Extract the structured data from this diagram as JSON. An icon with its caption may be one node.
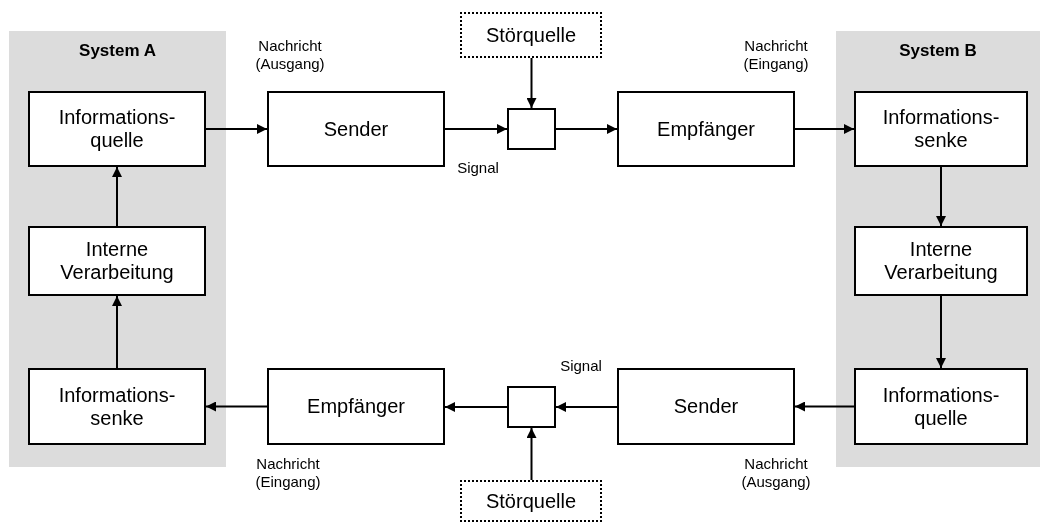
{
  "diagram": {
    "nodes": [
      {
        "text": [
          "System A"
        ]
      },
      {
        "text": [
          "Informations- quelle"
        ],
        "in": 0
      },
      {
        "text": [
          "Interne Verarbeitung"
        ],
        "in": 0
      },
      {
        "text": [
          "Informations- senke"
        ],
        "in": 0
      },
      {
        "text": [
          "Sender"
        ]
      },
      {
        "text": [],
        "shape": "box"
      },
      {
        "text": [
          "Störquelle"
        ]
      },
      {
        "text": [
          "Empfänger"
        ]
      },
      {
        "text": [
          "System B"
        ]
      },
      {
        "text": [
          "Informations- senke"
        ],
        "in": 8
      },
      {
        "text": [
          "Interne Verarbeitung"
        ],
        "in": 8
      },
      {
        "text": [
          "Informations- quelle"
        ],
        "in": 8
      },
      {
        "text": [
          "Empfänger"
        ]
      },
      {
        "text": [],
        "shape": "box"
      },
      {
        "text": [
          "Sender"
        ]
      },
      {
        "text": [
          "Störquelle"
        ]
      }
    ],
    "edges": [
      {
        "from": 1,
        "to": 4,
        "arrow": "to"
      },
      {
        "from": 4,
        "to": 5,
        "arrow": "to"
      },
      {
        "from": 6,
        "to": 5,
        "arrow": "to"
      },
      {
        "from": 5,
        "to": 7,
        "arrow": "to"
      },
      {
        "from": 7,
        "to": 9,
        "arrow": "to"
      },
      {
        "from": 9,
        "to": 10,
        "arrow": "to"
      },
      {
        "from": 10,
        "to": 11,
        "arrow": "to"
      },
      {
        "from": 11,
        "to": 14,
        "arrow": "to"
      },
      {
        "from": 14,
        "to": 13,
        "arrow": "to"
      },
      {
        "from": 15,
        "to": 13,
        "arrow": "to"
      },
      {
        "from": 13,
        "to": 12,
        "arrow": "to"
      },
      {
        "from": 12,
        "to": 3,
        "arrow": "to"
      },
      {
        "from": 3,
        "to": 2,
        "arrow": "to"
      },
      {
        "from": 2,
        "to": 1,
        "arrow": "to"
      }
    ],
    "labels": [
      "Nachricht (Ausgang)",
      "Nachricht (Eingang)",
      "Signal",
      "Signal",
      "Nachricht (Eingang)",
      "Nachricht (Ausgang)"
    ]
  }
}
